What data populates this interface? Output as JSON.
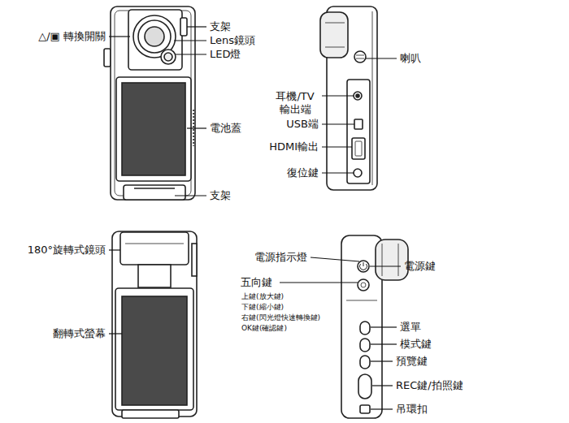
{
  "diagram": {
    "labels": [
      "△/▣ 轉換開關",
      "支架",
      "Lens鏡頭",
      "LED燈",
      "電池蓋",
      "支架",
      "喇叭",
      "耳機/TV 輸出端",
      "USB端",
      "HDMI輸出",
      "復位鍵",
      "180°旋轉式鏡頭",
      "翻轉式螢幕",
      "電源指示燈",
      "電源鍵",
      "五向鍵",
      "上鍵(放大鍵)",
      "下鍵(縮小鍵)",
      "右鍵(閃光燈快速轉換鍵)",
      "OK鍵(確認鍵)",
      "選單",
      "模式鍵",
      "預覽鍵",
      "REC鍵/拍照鍵",
      "吊環扣"
    ]
  }
}
